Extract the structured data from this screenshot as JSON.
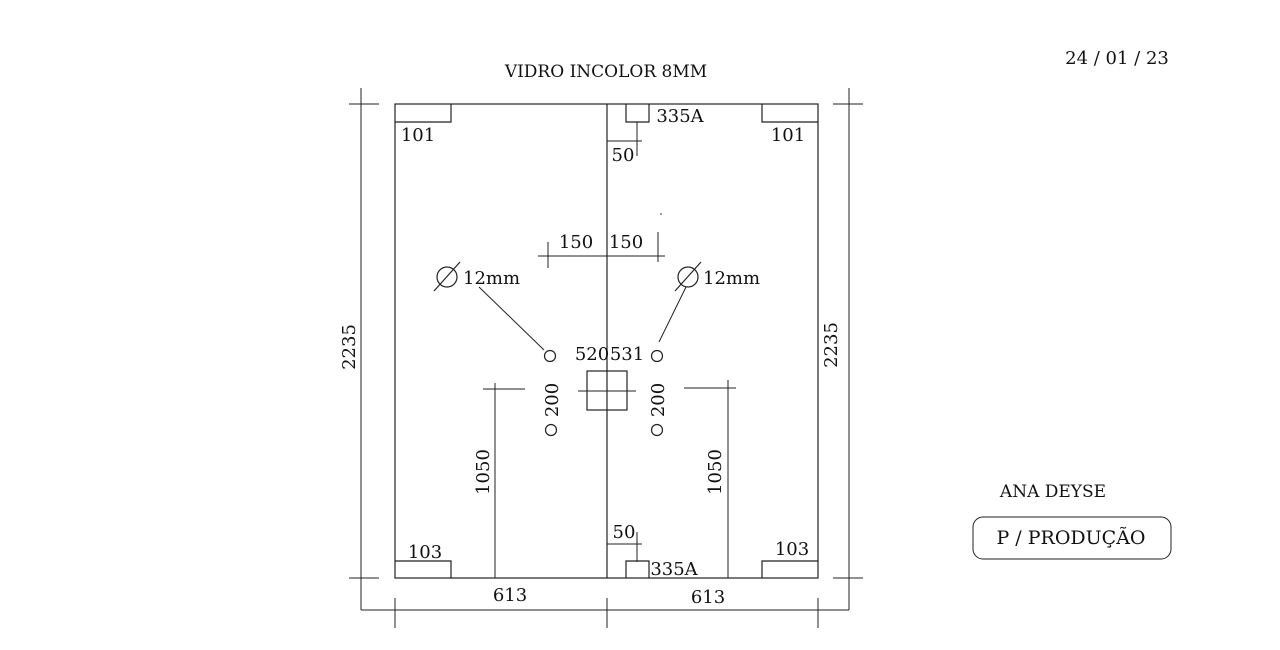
{
  "header": {
    "title": "VIDRO INCOLOR 8MM",
    "date": "24 / 01 / 23"
  },
  "client": {
    "name": "ANA DEYSE",
    "stamp": "P / PRODUÇÃO"
  },
  "dimensions": {
    "height_left": "2235",
    "height_right": "2235",
    "width_left": "613",
    "width_right": "613",
    "corner_top_left": "101",
    "corner_top_right": "101",
    "corner_bottom_left": "103",
    "corner_bottom_right": "103",
    "hinge_top": "335A",
    "hinge_bottom": "335A",
    "hinge_top_offset": "50",
    "hinge_bottom_offset": "50",
    "handle_left_spacing": "150",
    "handle_right_spacing": "150",
    "hole_left_label": "12mm",
    "hole_right_label": "12mm",
    "lock_left": "520",
    "lock_right": "531",
    "holes_left_spacing": "200",
    "holes_right_spacing": "200",
    "lock_height_left": "1050",
    "lock_height_right": "1050"
  }
}
